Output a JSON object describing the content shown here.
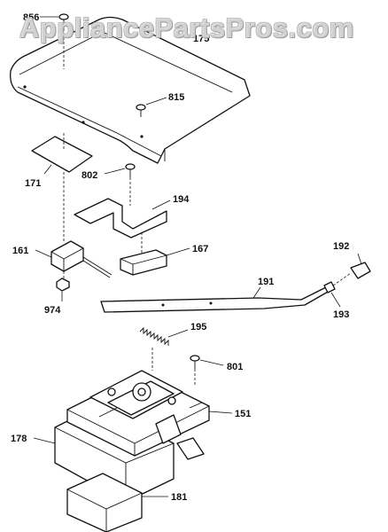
{
  "watermark": "AppliancePartsPros.com",
  "callouts": [
    {
      "id": "856",
      "text": "856"
    },
    {
      "id": "175",
      "text": "175"
    },
    {
      "id": "815",
      "text": "815"
    },
    {
      "id": "171",
      "text": "171"
    },
    {
      "id": "802",
      "text": "802"
    },
    {
      "id": "194",
      "text": "194"
    },
    {
      "id": "161",
      "text": "161"
    },
    {
      "id": "167",
      "text": "167"
    },
    {
      "id": "192",
      "text": "192"
    },
    {
      "id": "191",
      "text": "191"
    },
    {
      "id": "974",
      "text": "974"
    },
    {
      "id": "193",
      "text": "193"
    },
    {
      "id": "195",
      "text": "195"
    },
    {
      "id": "801",
      "text": "801"
    },
    {
      "id": "151",
      "text": "151"
    },
    {
      "id": "178",
      "text": "178"
    },
    {
      "id": "181",
      "text": "181"
    }
  ]
}
